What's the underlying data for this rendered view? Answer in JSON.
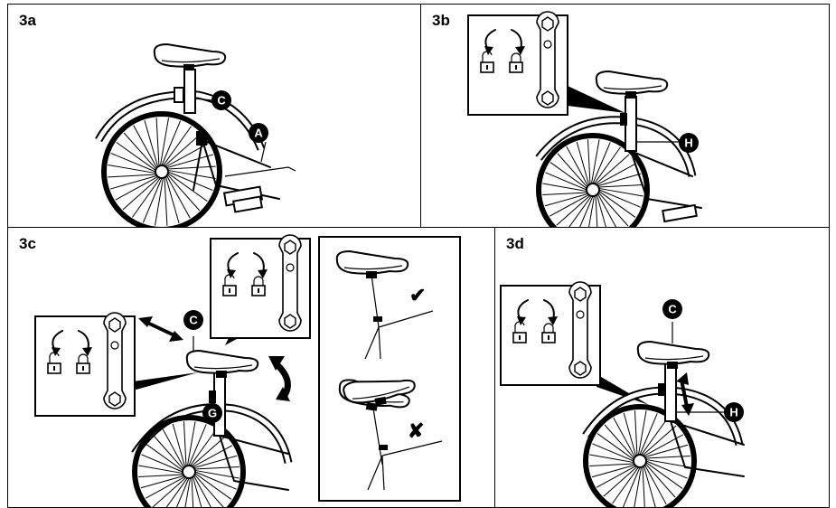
{
  "panels": [
    {
      "id": "3a",
      "label": "3a"
    },
    {
      "id": "3b",
      "label": "3b"
    },
    {
      "id": "3c",
      "label": "3c"
    },
    {
      "id": "3d",
      "label": "3d"
    }
  ],
  "callouts": {
    "a": "A",
    "c": "C",
    "g": "G",
    "h": "H"
  },
  "marks": {
    "check": "✔",
    "cross": "✘"
  },
  "icons": [
    "unlock-icon",
    "lock-icon",
    "curved-arrow-icon",
    "wrench-icon",
    "double-arrow-icon",
    "rotate-arrow-icon",
    "bicycle-seat-icon",
    "bicycle-wheel-icon"
  ]
}
